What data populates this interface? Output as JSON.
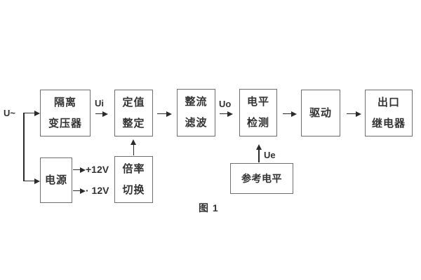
{
  "figure": {
    "caption": "图 1",
    "input_label": "U~",
    "signal_labels": {
      "ui": "Ui",
      "uo": "Uo",
      "ue": "Ue"
    },
    "supply_labels": {
      "plus": "+12V",
      "minus": "· 12V"
    },
    "blocks": {
      "isolation_transformer": {
        "line1": "隔离",
        "line2": "变压器"
      },
      "setpoint_adjust": {
        "line1": "定值",
        "line2": "整定"
      },
      "rectifier_filter": {
        "line1": "整流",
        "line2": "滤波"
      },
      "level_detector": {
        "line1": "电平",
        "line2": "检测"
      },
      "driver": {
        "line1": "驱动"
      },
      "output_relay": {
        "line1": "出口",
        "line2": "继电器"
      },
      "power_supply": {
        "line1": "电源"
      },
      "ratio_switch": {
        "line1": "倍率",
        "line2": "切换"
      },
      "reference_level": {
        "line1": "参考电平"
      }
    },
    "colors": {
      "background": "#ffffff",
      "box_border": "#6e6e6e",
      "line": "#2b2b2b",
      "text": "#333333"
    }
  }
}
